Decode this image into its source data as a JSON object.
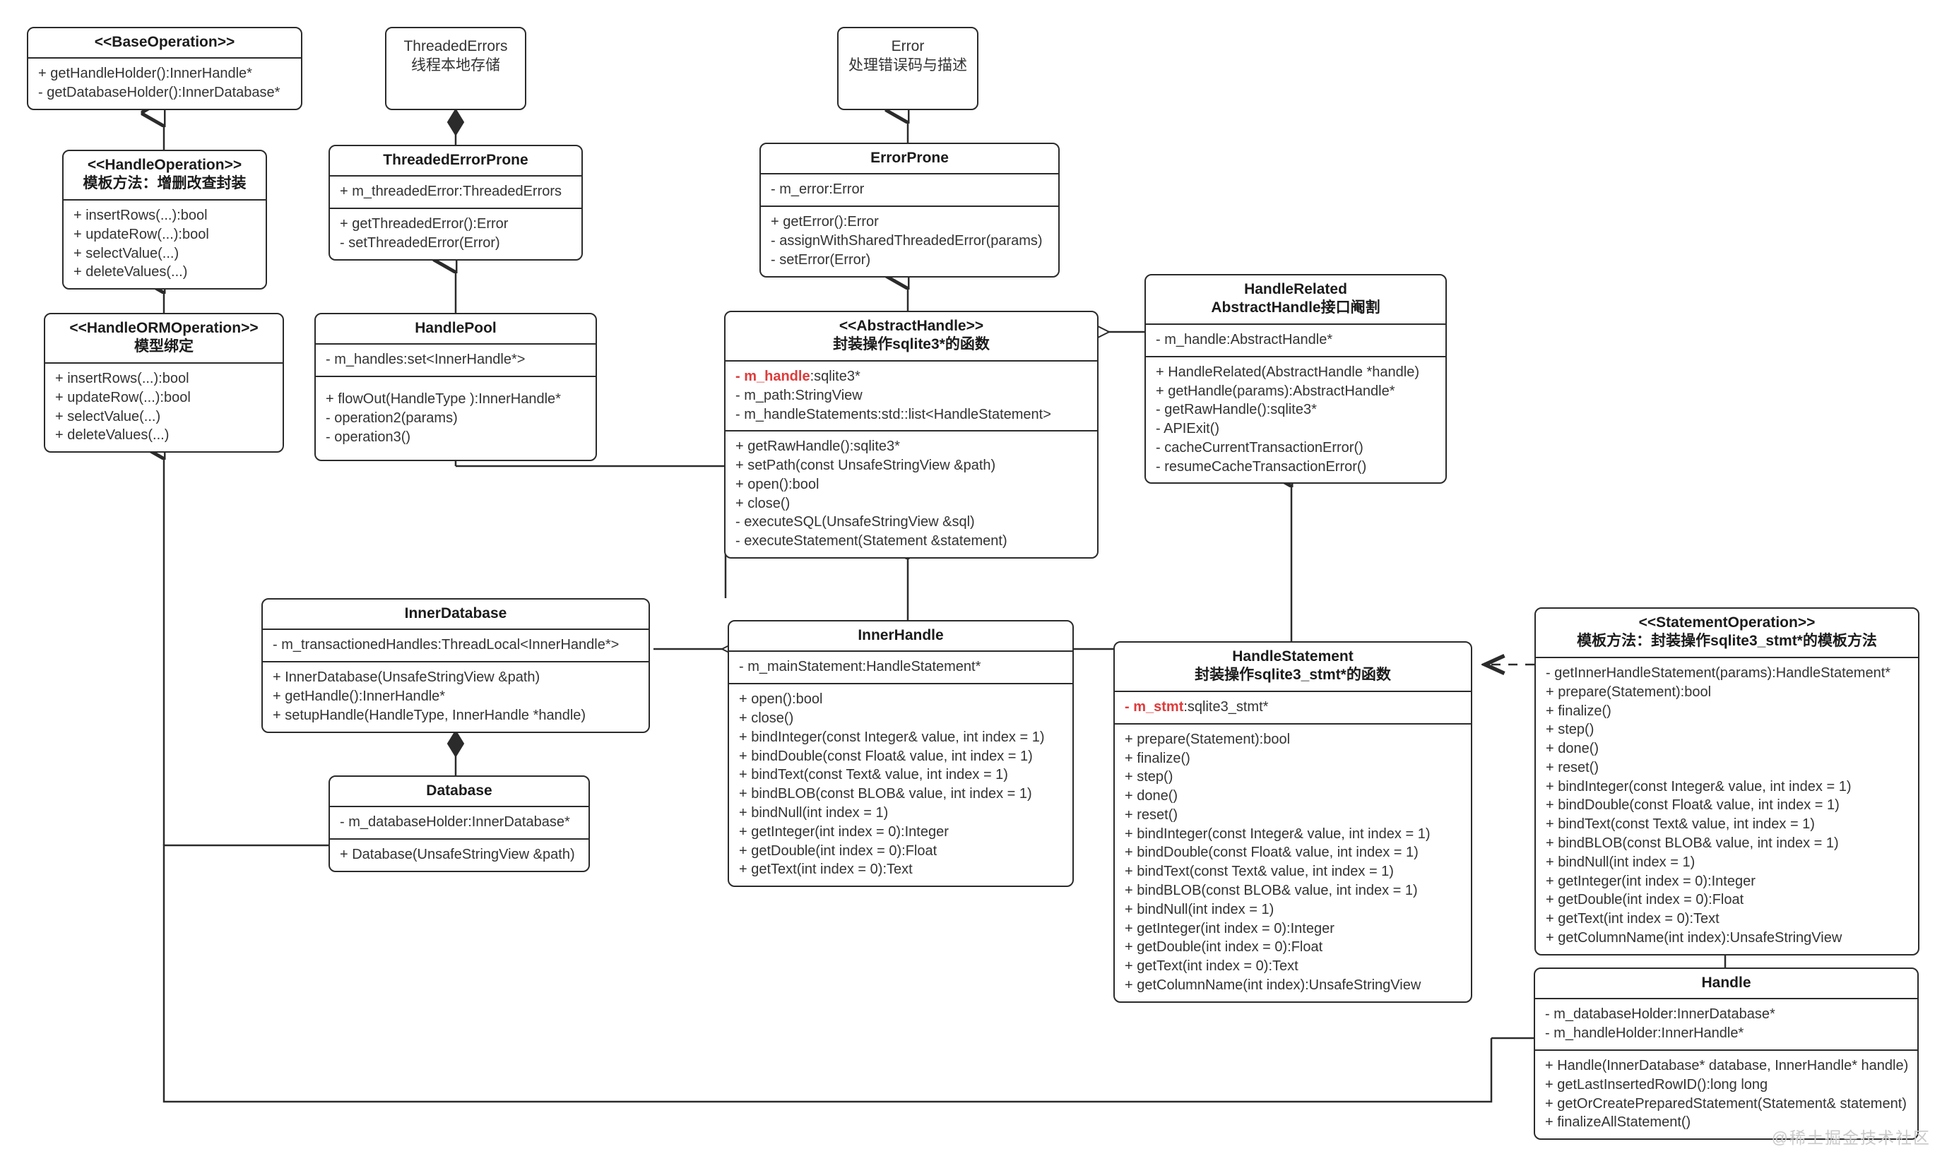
{
  "diagram": {
    "kind": "uml-class-diagram",
    "watermark": "@稀土掘金技术社区",
    "colors": {
      "stroke": "#2b2b2b",
      "text": "#333333",
      "highlight": "#e03a3a",
      "background": "#ffffff"
    }
  },
  "classes": {
    "base_operation": {
      "title": "<<BaseOperation>>",
      "methods": [
        "+ getHandleHolder():InnerHandle*",
        "- getDatabaseHolder():InnerDatabase*"
      ]
    },
    "handle_operation": {
      "title": "<<HandleOperation>>",
      "subtitle": "模板方法：增删改查封装",
      "methods": [
        "+ insertRows(...):bool",
        "+ updateRow(...):bool",
        "+ selectValue(...)",
        "+ deleteValues(...)"
      ]
    },
    "handle_orm_operation": {
      "title": "<<HandleORMOperation>>",
      "subtitle": "模型绑定",
      "methods": [
        "+ insertRows(...):bool",
        "+ updateRow(...):bool",
        "+ selectValue(...)",
        "+ deleteValues(...)"
      ]
    },
    "threaded_errors": {
      "title": "ThreadedErrors",
      "subtitle": "线程本地存储"
    },
    "threaded_error_prone": {
      "title": "ThreadedErrorProne",
      "fields": [
        "+ m_threadedError:ThreadedErrors"
      ],
      "methods": [
        "+ getThreadedError():Error",
        "- setThreadedError(Error)"
      ]
    },
    "handle_pool": {
      "title": "HandlePool",
      "fields": [
        "- m_handles:set<InnerHandle*>"
      ],
      "methods": [
        "+ flowOut(HandleType ):InnerHandle*",
        "- operation2(params)",
        "- operation3()"
      ]
    },
    "error": {
      "title": "Error",
      "subtitle": "处理错误码与描述"
    },
    "error_prone": {
      "title": "ErrorProne",
      "fields": [
        "- m_error:Error"
      ],
      "methods": [
        "+ getError():Error",
        "- assignWithSharedThreadedError(params)",
        "- setError(Error)"
      ]
    },
    "abstract_handle": {
      "title": "<<AbstractHandle>>",
      "subtitle": "封装操作sqlite3*的函数",
      "fields_highlighted": {
        "name": "- m_handle",
        "tail": ":sqlite3*"
      },
      "fields": [
        "- m_path:StringView",
        "- m_handleStatements:std::list<HandleStatement>"
      ],
      "methods": [
        "+ getRawHandle():sqlite3*",
        "+ setPath(const UnsafeStringView &path)",
        "+ open():bool",
        "+ close()",
        "- executeSQL(UnsafeStringView &sql)",
        "- executeStatement(Statement &statement)"
      ]
    },
    "handle_related": {
      "title": "HandleRelated",
      "subtitle": "AbstractHandle接口阉割",
      "fields": [
        "- m_handle:AbstractHandle*"
      ],
      "methods": [
        "+ HandleRelated(AbstractHandle *handle)",
        "+ getHandle(params):AbstractHandle*",
        "- getRawHandle():sqlite3*",
        "- APIExit()",
        "- cacheCurrentTransactionError()",
        "- resumeCacheTransactionError()"
      ]
    },
    "inner_database": {
      "title": "InnerDatabase",
      "fields": [
        "- m_transactionedHandles:ThreadLocal<InnerHandle*>"
      ],
      "methods": [
        "+ InnerDatabase(UnsafeStringView &path)",
        "+ getHandle():InnerHandle*",
        "+ setupHandle(HandleType, InnerHandle *handle)"
      ]
    },
    "database": {
      "title": "Database",
      "fields": [
        "- m_databaseHolder:InnerDatabase*"
      ],
      "methods": [
        "+ Database(UnsafeStringView &path)"
      ]
    },
    "inner_handle": {
      "title": "InnerHandle",
      "fields": [
        "- m_mainStatement:HandleStatement*"
      ],
      "methods": [
        "+ open():bool",
        "+ close()",
        "+ bindInteger(const Integer& value, int index = 1)",
        "+ bindDouble(const Float& value, int index = 1)",
        "+ bindText(const Text& value, int index = 1)",
        "+ bindBLOB(const BLOB& value, int index = 1)",
        "+ bindNull(int index = 1)",
        "+ getInteger(int index = 0):Integer",
        "+ getDouble(int index = 0):Float",
        "+ getText(int index = 0):Text"
      ]
    },
    "handle_statement": {
      "title": "HandleStatement",
      "subtitle": "封装操作sqlite3_stmt*的函数",
      "fields_highlighted": {
        "name": "- m_stmt",
        "tail": ":sqlite3_stmt*"
      },
      "methods": [
        "+ prepare(Statement):bool",
        "+ finalize()",
        "+ step()",
        "+ done()",
        "+ reset()",
        "+ bindInteger(const Integer& value, int index = 1)",
        "+ bindDouble(const Float& value, int index = 1)",
        "+ bindText(const Text& value, int index = 1)",
        "+ bindBLOB(const BLOB& value, int index = 1)",
        "+ bindNull(int index = 1)",
        "+ getInteger(int index = 0):Integer",
        "+ getDouble(int index = 0):Float",
        "+ getText(int index = 0):Text",
        "+ getColumnName(int index):UnsafeStringView"
      ]
    },
    "statement_operation": {
      "title": "<<StatementOperation>>",
      "subtitle": "模板方法：封装操作sqlite3_stmt*的模板方法",
      "methods": [
        "- getInnerHandleStatement(params):HandleStatement*",
        "+ prepare(Statement):bool",
        "+ finalize()",
        "+ step()",
        "+ done()",
        "+ reset()",
        "+ bindInteger(const Integer& value, int index = 1)",
        "+ bindDouble(const Float& value, int index = 1)",
        "+ bindText(const Text& value, int index = 1)",
        "+ bindBLOB(const BLOB& value, int index = 1)",
        "+ bindNull(int index = 1)",
        "+ getInteger(int index = 0):Integer",
        "+ getDouble(int index = 0):Float",
        "+ getText(int index = 0):Text",
        "+ getColumnName(int index):UnsafeStringView"
      ]
    },
    "handle": {
      "title": "Handle",
      "fields": [
        "- m_databaseHolder:InnerDatabase*",
        "- m_handleHolder:InnerHandle*"
      ],
      "methods": [
        "+ Handle(InnerDatabase* database, InnerHandle* handle)",
        "+ getLastInsertedRowID():long long",
        "+ getOrCreatePreparedStatement(Statement& statement)",
        "+ finalizeAllStatement()"
      ]
    }
  }
}
